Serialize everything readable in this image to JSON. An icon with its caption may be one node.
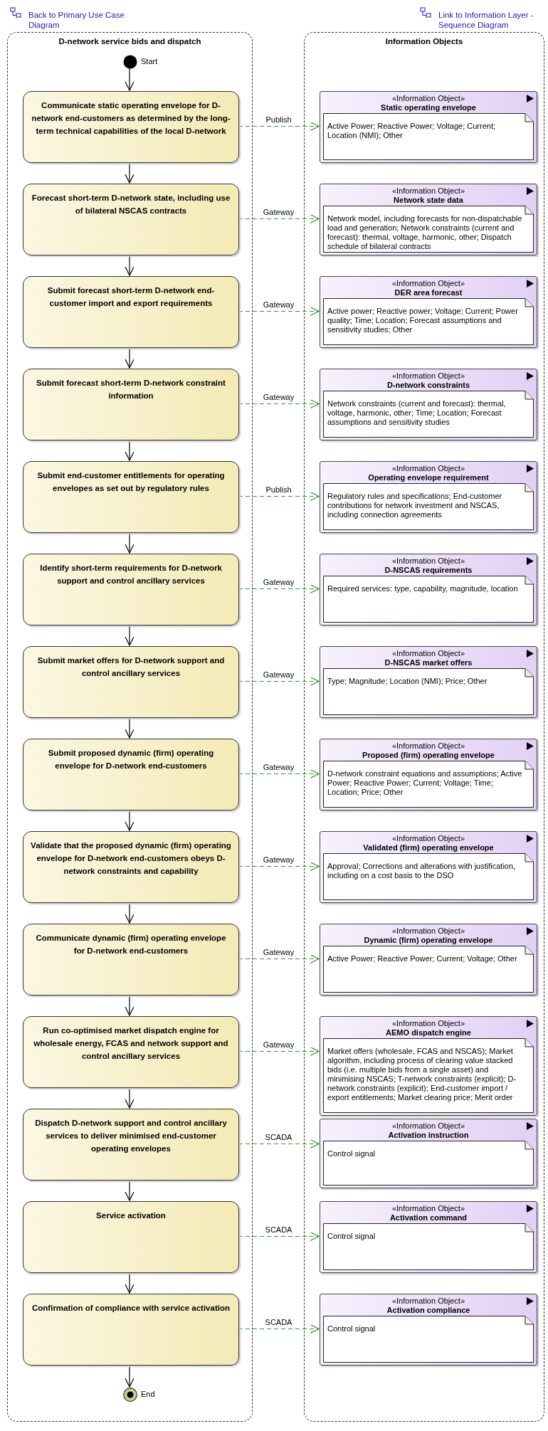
{
  "diagram": {
    "nodes": [
      {
        "text": [
          "D-network service bids and dispatch"
        ]
      },
      {
        "text": [],
        "shape": "circle",
        "beside": [
          "Start"
        ],
        "in": 0
      },
      {
        "text": [
          "Communicate static operating envelope for D-network end-customers as determined by the long-term technical capabilities of the local D-network"
        ],
        "in": 0
      },
      {
        "text": [
          "Forecast short-term D-network state, including use of bilateral NSCAS contracts"
        ],
        "in": 0
      },
      {
        "text": [
          "Submit forecast short-term D-network end-customer import and export requirements"
        ],
        "in": 0
      },
      {
        "text": [
          "Submit forecast short-term D-network constraint information"
        ],
        "in": 0
      },
      {
        "text": [
          "Submit end-customer entitlements for operating envelopes as set out by regulatory rules"
        ],
        "in": 0
      },
      {
        "text": [
          "Identify short-term requirements for D-network support and control ancillary services"
        ],
        "in": 0
      },
      {
        "text": [
          "Submit market offers for D-network support and control ancillary services"
        ],
        "in": 0
      },
      {
        "text": [
          "Submit proposed dynamic (firm) operating envelope for D-network end-customers"
        ],
        "in": 0
      },
      {
        "text": [
          "Validate that the proposed dynamic (firm) operating envelope for D-network end-customers obeys D-network constraints and capability"
        ],
        "in": 0
      },
      {
        "text": [
          "Communicate dynamic (firm) operating envelope for D-network end-customers"
        ],
        "in": 0
      },
      {
        "text": [
          "Run co-optimised market dispatch engine for wholesale energy, FCAS and network support and control ancillary services"
        ],
        "in": 0
      },
      {
        "text": [
          "Dispatch D-network support and control ancillary services to deliver minimised end-customer operating envelopes"
        ],
        "in": 0
      },
      {
        "text": [
          "Service activation"
        ],
        "in": 0
      },
      {
        "text": [
          "Confirmation of compliance with service activation"
        ],
        "in": 0
      },
      {
        "text": [],
        "shape": "bullseye",
        "beside": [
          "End"
        ],
        "in": 0
      },
      {
        "text": [
          "Information Objects"
        ]
      },
      {
        "text": [
          "«Information Object»",
          "Static operating envelope",
          "Active Power; Reactive Power; Voltage; Current; Location (NMI); Other"
        ],
        "in": 17
      },
      {
        "text": [
          "«Information Object»",
          "Network state data",
          "Network model, including forecasts for non-dispatchable load and generation; Network constraints (current and forecast): thermal, voltage, harmonic, other; Dispatch schedule of bilateral contracts"
        ],
        "in": 17
      },
      {
        "text": [
          "«Information Object»",
          "DER area forecast",
          "Active power; Reactive power; Voltage; Current; Power quality; Time; Location; Forecast assumptions and sensitivity studies; Other"
        ],
        "in": 17
      },
      {
        "text": [
          "«Information Object»",
          "D-network constraints",
          "Network constraints (current and forecast): thermal, voltage, harmonic, other; Time; Location; Forecast assumptions and sensitivity studies"
        ],
        "in": 17
      },
      {
        "text": [
          "«Information Object»",
          "Operating envelope requirement",
          "Regulatory rules and specifications; End-customer contributions for network investment and NSCAS, including connection agreements"
        ],
        "in": 17
      },
      {
        "text": [
          "«Information Object»",
          "D-NSCAS requirements",
          "Required services: type, capability, magnitude, location"
        ],
        "in": 17
      },
      {
        "text": [
          "«Information Object»",
          "D-NSCAS market offers",
          "Type; Magnitude; Location (NMI); Price; Other"
        ],
        "in": 17
      },
      {
        "text": [
          "«Information Object»",
          "Proposed (firm) operating envelope",
          "D-network constraint equations and assumptions; Active Power; Reactive Power; Current; Voltage; Time;  Location; Price; Other"
        ],
        "in": 17
      },
      {
        "text": [
          "«Information Object»",
          "Validated (firm) operating envelope",
          "Approval; Corrections and alterations with justification, including on a cost basis to the DSO"
        ],
        "in": 17
      },
      {
        "text": [
          "«Information Object»",
          "Dynamic (firm) operating envelope",
          "Active Power; Reactive Power; Current; Voltage; Other"
        ],
        "in": 17
      },
      {
        "text": [
          "«Information Object»",
          "AEMO dispatch engine",
          "Market offers (wholesale, FCAS and NSCAS); Market algorithm, including process of clearing value stacked bids (i.e. multiple bids from a single asset) and minimising NSCAS; T-network constraints (explicit); D-network constraints (explicit); End-customer import / export entitlements; Market clearing price; Merit order"
        ],
        "in": 17
      },
      {
        "text": [
          "«Information Object»",
          "Activation instruction",
          "Control signal"
        ],
        "in": 17
      },
      {
        "text": [
          "«Information Object»",
          "Activation command",
          "Control signal"
        ],
        "in": 17
      },
      {
        "text": [
          "«Information Object»",
          "Activation compliance",
          "Control signal"
        ],
        "in": 17
      }
    ],
    "edges": [
      {
        "from": 1,
        "to": 2,
        "arrow": "to"
      },
      {
        "from": 2,
        "to": 3,
        "arrow": "to"
      },
      {
        "from": 3,
        "to": 4,
        "arrow": "to"
      },
      {
        "from": 4,
        "to": 5,
        "arrow": "to"
      },
      {
        "from": 5,
        "to": 6,
        "arrow": "to"
      },
      {
        "from": 6,
        "to": 7,
        "arrow": "to"
      },
      {
        "from": 7,
        "to": 8,
        "arrow": "to"
      },
      {
        "from": 8,
        "to": 9,
        "arrow": "to"
      },
      {
        "from": 9,
        "to": 10,
        "arrow": "to"
      },
      {
        "from": 10,
        "to": 11,
        "arrow": "to"
      },
      {
        "from": 11,
        "to": 12,
        "arrow": "to"
      },
      {
        "from": 12,
        "to": 13,
        "arrow": "to"
      },
      {
        "from": 13,
        "to": 14,
        "arrow": "to"
      },
      {
        "from": 14,
        "to": 15,
        "arrow": "to"
      },
      {
        "from": 15,
        "to": 16,
        "arrow": "to"
      },
      {
        "from": 2,
        "to": 18,
        "arrow": "to",
        "label": "Publish",
        "style": "dashed",
        "color": "#339933"
      },
      {
        "from": 3,
        "to": 19,
        "arrow": "to",
        "label": "Gateway",
        "style": "dashed",
        "color": "#339933"
      },
      {
        "from": 4,
        "to": 20,
        "arrow": "to",
        "label": "Gateway",
        "style": "dashed",
        "color": "#339933"
      },
      {
        "from": 5,
        "to": 21,
        "arrow": "to",
        "label": "Gateway",
        "style": "dashed",
        "color": "#339933"
      },
      {
        "from": 6,
        "to": 22,
        "arrow": "to",
        "label": "Publish",
        "style": "dashed",
        "color": "#339933"
      },
      {
        "from": 7,
        "to": 23,
        "arrow": "to",
        "label": "Gateway",
        "style": "dashed",
        "color": "#339933"
      },
      {
        "from": 8,
        "to": 24,
        "arrow": "to",
        "label": "Gateway",
        "style": "dashed",
        "color": "#339933"
      },
      {
        "from": 9,
        "to": 25,
        "arrow": "to",
        "label": "Gateway",
        "style": "dashed",
        "color": "#339933"
      },
      {
        "from": 10,
        "to": 26,
        "arrow": "to",
        "label": "Gateway",
        "style": "dashed",
        "color": "#339933"
      },
      {
        "from": 11,
        "to": 27,
        "arrow": "to",
        "label": "Gateway",
        "style": "dashed",
        "color": "#339933"
      },
      {
        "from": 12,
        "to": 28,
        "arrow": "to",
        "label": "Gateway",
        "style": "dashed",
        "color": "#339933"
      },
      {
        "from": 13,
        "to": 29,
        "arrow": "to",
        "label": "SCADA",
        "style": "dashed",
        "color": "#339933"
      },
      {
        "from": 14,
        "to": 30,
        "arrow": "to",
        "label": "SCADA",
        "style": "dashed",
        "color": "#339933"
      },
      {
        "from": 15,
        "to": 31,
        "arrow": "to",
        "label": "SCADA",
        "style": "dashed",
        "color": "#339933"
      }
    ],
    "labels": [
      "Back to Primary Use Case Diagram",
      "Link to Information Layer - Sequence Diagram"
    ]
  }
}
